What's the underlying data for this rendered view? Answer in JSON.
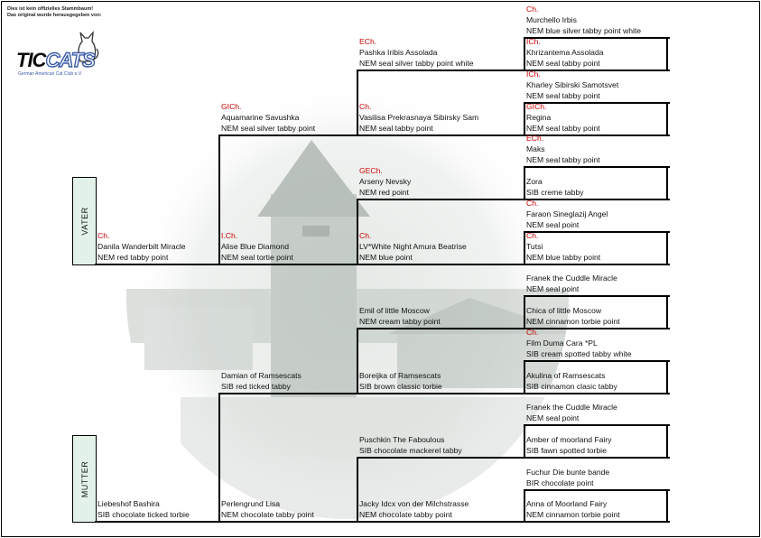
{
  "disclaimer": {
    "line1": "Dies ist kein offizielles Stammbaum!",
    "line2": "Das original wurde herausgegeben von:"
  },
  "logo": {
    "text_tic": "TIC",
    "text_cats": "CATS",
    "subtitle": "German American Cat Club e.V.",
    "icon": "cat-icon"
  },
  "labels": {
    "father": "VATER",
    "mother": "MUTTER"
  },
  "colors": {
    "title": "#cc0000",
    "sex_box": "#e2f2e8",
    "line": "#000000"
  },
  "pedigree": {
    "sire": {
      "title": "Ch.",
      "name": "Danila Wanderbilt Miracle",
      "breed": "NEM red tabby point"
    },
    "dam": {
      "title": "",
      "name": "Liebeshof Bashira",
      "breed": "SIB chocolate ticked torbie"
    },
    "gen2": [
      {
        "title": "GICh.",
        "name": "Aquamarine Savushka",
        "breed": "NEM seal silver tabby point"
      },
      {
        "title": "I.Ch.",
        "name": "Alise Blue Diamond",
        "breed": "NEM seal tortie point"
      },
      {
        "title": "",
        "name": "Damian of Ramsescats",
        "breed": "SIB red ticked tabby"
      },
      {
        "title": "",
        "name": "Perlengrund Lisa",
        "breed": "NEM chocolate tabby point"
      }
    ],
    "gen3": [
      {
        "title": "ECh.",
        "name": "Pashka Iribis Assolada",
        "breed": "NEM seal silver tabby point white"
      },
      {
        "title": "Ch.",
        "name": "Vasilisa Prekrasnaya Sibirsky Sam",
        "breed": "NEM seal tabby point"
      },
      {
        "title": "GECh.",
        "name": "Arseny Nevsky",
        "breed": "NEM red point"
      },
      {
        "title": "Ch.",
        "name": "LV*White Night Amura Beatrise",
        "breed": "NEM blue point"
      },
      {
        "title": "",
        "name": "Emil of little Moscow",
        "breed": "NEM cream tabby point"
      },
      {
        "title": "",
        "name": "Boreijka of Ramsescats",
        "breed": "SIB brown classic torbie"
      },
      {
        "title": "",
        "name": "Puschkin The Faboulous",
        "breed": "SIB chocolate mackerel tabby"
      },
      {
        "title": "",
        "name": "Jacky Idcx von der Milchstrasse",
        "breed": "NEM chocolate tabby point"
      }
    ],
    "gen4": [
      {
        "title": "Ch.",
        "name": "Murchello Irbis",
        "breed": "NEM blue silver tabby point white"
      },
      {
        "title": "ICh.",
        "name": "Khrizantema Assolada",
        "breed": "NEM seal tabby point"
      },
      {
        "title": "ICh.",
        "name": "Kharley Sibirski Samotsvet",
        "breed": "NEM seal tabby point"
      },
      {
        "title": "GICh.",
        "name": "Regina",
        "breed": "NEM seal tabby point"
      },
      {
        "title": "ECh.",
        "name": "Maks",
        "breed": "NEM seal tabby point"
      },
      {
        "title": "",
        "name": "Zora",
        "breed": "SIB creme tabby"
      },
      {
        "title": "Ch.",
        "name": "Faraon Sineglazij Angel",
        "breed": "NEM seal point"
      },
      {
        "title": "Ch.",
        "name": "Tutsi",
        "breed": "NEM blue tabby point"
      },
      {
        "title": "",
        "name": "Franek the Cuddle Miracle",
        "breed": "NEM seal point"
      },
      {
        "title": "",
        "name": "Chica of little Moscow",
        "breed": "NEM cinnamon torbie point"
      },
      {
        "title": "Ch.",
        "name": "Film Duma Cara *PL",
        "breed": "SIB cream spotted tabby white"
      },
      {
        "title": "",
        "name": "Akulina of Ramsescats",
        "breed": "SIB cinnamon clasic tabby"
      },
      {
        "title": "",
        "name": "Franek the Cuddle Miracle",
        "breed": "NEM seal point"
      },
      {
        "title": "",
        "name": "Amber of moorland Fairy",
        "breed": "SIB fawn spotted torbie"
      },
      {
        "title": "",
        "name": "Fuchur Die bunte bande",
        "breed": "BIR chocolate point"
      },
      {
        "title": "",
        "name": "Anna of Moorland Fairy",
        "breed": "NEM cinnamon torbie point"
      }
    ]
  }
}
